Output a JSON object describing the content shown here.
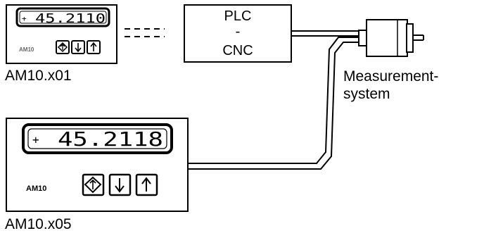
{
  "device_small": {
    "model_label": "AM10.x01",
    "brand": "AM10",
    "display": {
      "sign": "+",
      "digits": "45.2110"
    }
  },
  "device_large": {
    "model_label": "AM10.x05",
    "brand": "AM10",
    "display": {
      "sign": "+",
      "digits": "45.2118"
    }
  },
  "controller": {
    "line1": "PLC",
    "line2": "-",
    "line3": "CNC"
  },
  "sensor": {
    "label_line1": "Measurement-",
    "label_line2": "system"
  }
}
